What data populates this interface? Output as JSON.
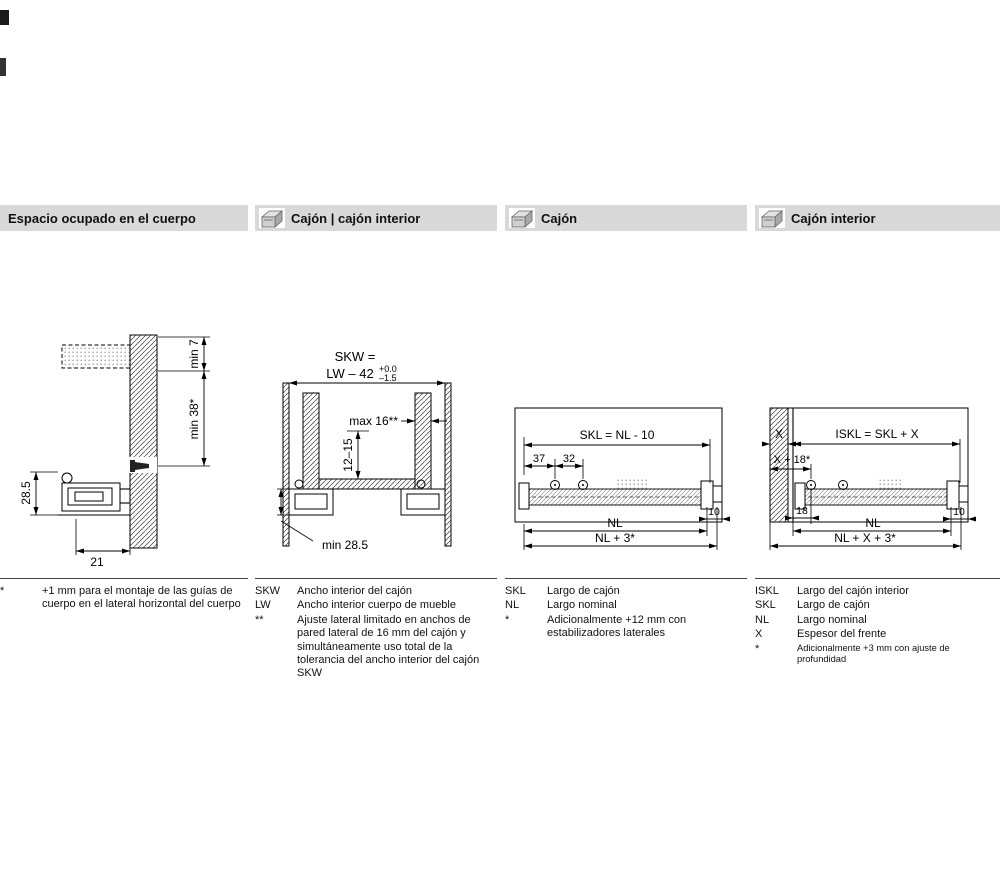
{
  "page": {
    "bg": "#ffffff",
    "header_bg": "#d9d9d9"
  },
  "columns": [
    {
      "title": "Espacio ocupado en el cuerpo",
      "dims": {
        "min7": "min 7",
        "min38": "min 38*",
        "h285": "28.5",
        "w21": "21"
      },
      "legend": [
        {
          "term": "*",
          "def": "+1 mm para el montaje de las guías de cuerpo en el lateral horizontal del cuerpo"
        }
      ]
    },
    {
      "title": "Cajón | cajón interior",
      "dims": {
        "skw": "SKW =",
        "lw": "LW – 42",
        "tol_plus": "+0.0",
        "tol_minus": "–1.5",
        "max16": "max 16**",
        "gap": "12–15",
        "min285": "min 28.5"
      },
      "legend": [
        {
          "term": "SKW",
          "def": "Ancho interior del cajón"
        },
        {
          "term": "LW",
          "def": "Ancho interior cuerpo de mueble"
        },
        {
          "term": "**",
          "def": "Ajuste lateral limitado en anchos de pared lateral de 16 mm del cajón y simultáneamente uso total de la tolerancia del ancho interior del cajón SKW"
        }
      ]
    },
    {
      "title": "Cajón",
      "dims": {
        "skl": "SKL = NL - 10",
        "d37": "37",
        "d32": "32",
        "nl": "NL",
        "nl3": "NL + 3*",
        "d10": "10"
      },
      "legend": [
        {
          "term": "SKL",
          "def": "Largo de cajón"
        },
        {
          "term": "NL",
          "def": "Largo nominal"
        },
        {
          "term": "*",
          "def": "Adicionalmente +12 mm con estabilizadores laterales"
        }
      ]
    },
    {
      "title": "Cajón interior",
      "dims": {
        "x": "X",
        "iskl": "ISKL = SKL + X",
        "x18": "X + 18*",
        "d18": "18",
        "nl": "NL",
        "d10": "10",
        "nlx3": "NL + X + 3*"
      },
      "legend": [
        {
          "term": "ISKL",
          "def": "Largo del cajón interior"
        },
        {
          "term": "SKL",
          "def": "Largo de cajón"
        },
        {
          "term": "NL",
          "def": "Largo nominal"
        },
        {
          "term": "X",
          "def": "Espesor del frente"
        },
        {
          "term": "*",
          "def": "Adicionalmente +3 mm con ajuste de profundidad"
        }
      ]
    }
  ]
}
